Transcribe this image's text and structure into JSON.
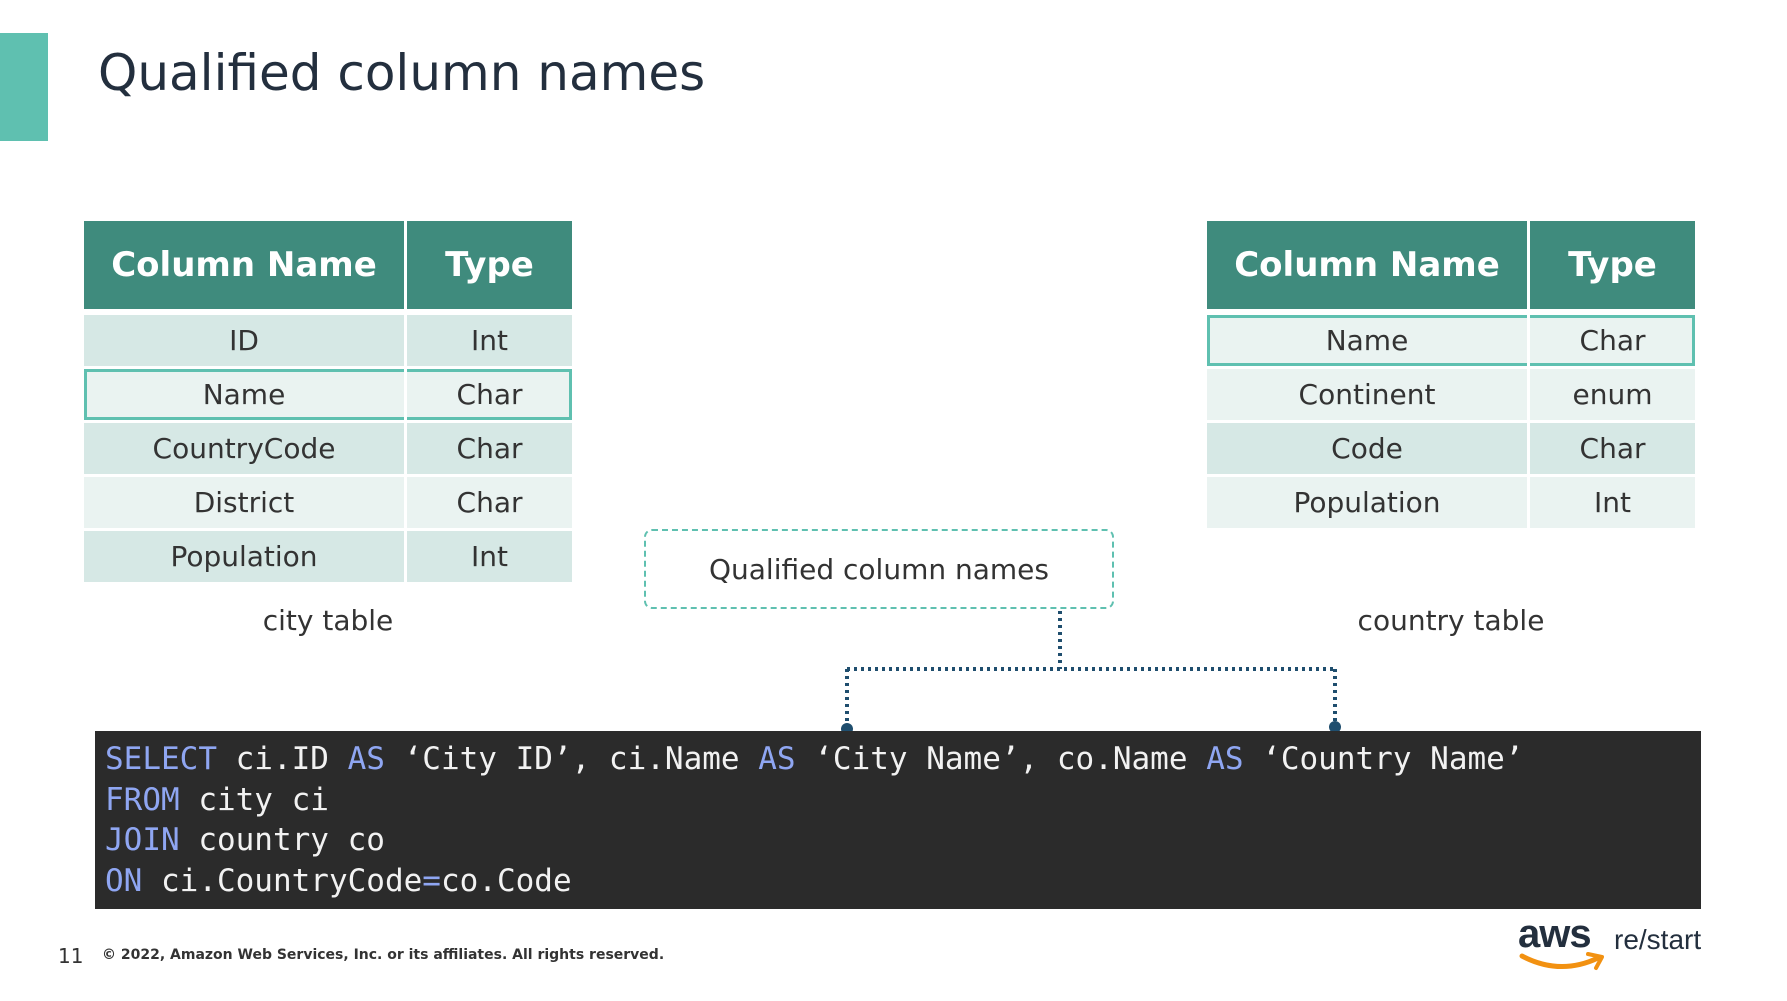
{
  "slide": {
    "title": "Qualified column names",
    "page_number": "11",
    "copyright": "© 2022, Amazon Web Services, Inc. or its affiliates. All rights reserved.",
    "accent_color": "#5fc0b0",
    "header_color": "#3f8b7d"
  },
  "city_table": {
    "headers": [
      "Column Name",
      "Type"
    ],
    "rows": [
      [
        "ID",
        "Int"
      ],
      [
        "Name",
        "Char"
      ],
      [
        "CountryCode",
        "Char"
      ],
      [
        "District",
        "Char"
      ],
      [
        "Population",
        "Int"
      ]
    ],
    "highlighted_row": 1,
    "caption": "city table"
  },
  "country_table": {
    "headers": [
      "Column Name",
      "Type"
    ],
    "rows": [
      [
        "Name",
        "Char"
      ],
      [
        "Continent",
        "enum"
      ],
      [
        "Code",
        "Char"
      ],
      [
        "Population",
        "Int"
      ]
    ],
    "highlighted_row": 0,
    "caption": "country table"
  },
  "callout": {
    "text": "Qualified column names"
  },
  "code": {
    "lines": [
      [
        {
          "t": "SELECT",
          "kw": true
        },
        {
          "t": " ci.ID "
        },
        {
          "t": "AS",
          "kw": true
        },
        {
          "t": " ‘City ID’, ci.Name "
        },
        {
          "t": "AS",
          "kw": true
        },
        {
          "t": " ‘City Name’, co.Name "
        },
        {
          "t": "AS",
          "kw": true
        },
        {
          "t": " ‘Country Name’"
        }
      ],
      [
        {
          "t": "FROM",
          "kw": true
        },
        {
          "t": " city ci"
        }
      ],
      [
        {
          "t": "JOIN",
          "kw": true
        },
        {
          "t": " country co"
        }
      ],
      [
        {
          "t": "ON",
          "kw": true
        },
        {
          "t": " ci.CountryCode"
        },
        {
          "t": "=",
          "kw": true
        },
        {
          "t": "co.Code"
        }
      ]
    ]
  },
  "logo": {
    "brand": "aws",
    "product": "re/start"
  }
}
